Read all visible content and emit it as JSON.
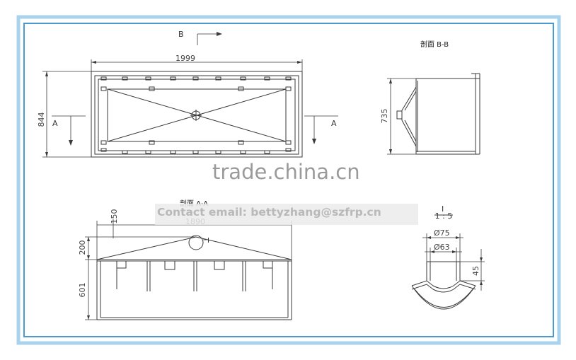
{
  "colors": {
    "frame_outer": "#a9d3ec",
    "frame_inner": "#4a9bd0",
    "line": "#3a3a3a",
    "watermark": "#9a9a9a"
  },
  "labels": {
    "section_mark_b": "B",
    "section_mark_a_left": "A",
    "section_mark_a_right": "A",
    "section_bb_title": "剖面 B-B",
    "section_aa_title": "剖面 A-A",
    "detail_mark": "I",
    "detail_callout": "I",
    "detail_scale": "1 : 5"
  },
  "dimensions": {
    "top_width": "1999",
    "top_height": "844",
    "side_height": "735",
    "section_width": "1890",
    "dim_150": "150",
    "dim_200": "200",
    "dim_601": "601",
    "dia_75": "Ø75",
    "dia_63": "Ø63",
    "dim_45": "45"
  },
  "watermark": {
    "site": "trade.china.cn",
    "contact": "Contact email: bettyzhang@szfrp.cn"
  }
}
